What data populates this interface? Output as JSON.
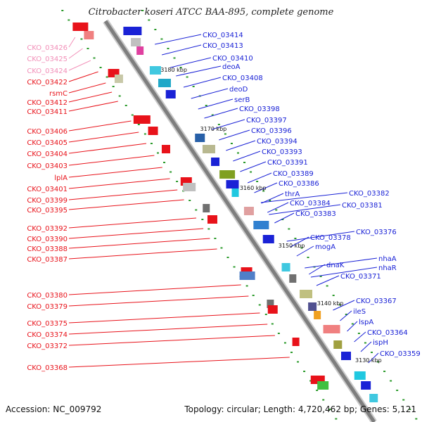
{
  "title": "Citrobacter koseri ATCC BAA-895, complete genome",
  "footer": {
    "accession": "Accession: NC_009792",
    "topology": "Topology: circular; Length: 4,720,462 bp; Genes: 5,121"
  },
  "colors": {
    "reverse_label": "#e8121a",
    "reverse_faded_label": "#f28fb8",
    "forward_label": "#1a22d6",
    "backbone": "#8a8a8a",
    "tick": "#2a9a2a"
  },
  "kbp_marks": [
    "3180 kbp",
    "3170 kbp",
    "3160 kbp",
    "3150 kbp",
    "3140 kbp",
    "3130 kbp"
  ],
  "left_labels": [
    {
      "text": "CKO_03426",
      "faded": true
    },
    {
      "text": "CKO_03425",
      "faded": true
    },
    {
      "text": "CKO_03424",
      "faded": true
    },
    {
      "text": "CKO_03422",
      "faded": false
    },
    {
      "text": "rsmC",
      "faded": false
    },
    {
      "text": "CKO_03412",
      "faded": false
    },
    {
      "text": "CKO_03411",
      "faded": false
    },
    {
      "text": "CKO_03406",
      "faded": false
    },
    {
      "text": "CKO_03405",
      "faded": false
    },
    {
      "text": "CKO_03404",
      "faded": false
    },
    {
      "text": "CKO_03403",
      "faded": false
    },
    {
      "text": "lplA",
      "faded": false
    },
    {
      "text": "CKO_03401",
      "faded": false
    },
    {
      "text": "CKO_03399",
      "faded": false
    },
    {
      "text": "CKO_03395",
      "faded": false
    },
    {
      "text": "CKO_03392",
      "faded": false
    },
    {
      "text": "CKO_03390",
      "faded": false
    },
    {
      "text": "CKO_03388",
      "faded": false
    },
    {
      "text": "CKO_03387",
      "faded": false
    },
    {
      "text": "CKO_03380",
      "faded": false
    },
    {
      "text": "CKO_03379",
      "faded": false
    },
    {
      "text": "CKO_03375",
      "faded": false
    },
    {
      "text": "CKO_03374",
      "faded": false
    },
    {
      "text": "CKO_03372",
      "faded": false
    },
    {
      "text": "CKO_03368",
      "faded": false
    }
  ],
  "right_labels": [
    "CKO_03414",
    "CKO_03413",
    "CKO_03410",
    "deoA",
    "CKO_03408",
    "deoD",
    "serB",
    "CKO_03398",
    "CKO_03397",
    "CKO_03396",
    "CKO_03394",
    "CKO_03393",
    "CKO_03391",
    "CKO_03389",
    "CKO_03386",
    "thrA",
    "CKO_03384",
    "CKO_03383",
    "CKO_03382",
    "CKO_03381",
    "CKO_03378",
    "mogA",
    "CKO_03376",
    "dnaK",
    "nhaA",
    "nhaR",
    "CKO_03371",
    "CKO_03367",
    "ileS",
    "lspA",
    "CKO_03364",
    "ispH",
    "CKO_03359"
  ]
}
